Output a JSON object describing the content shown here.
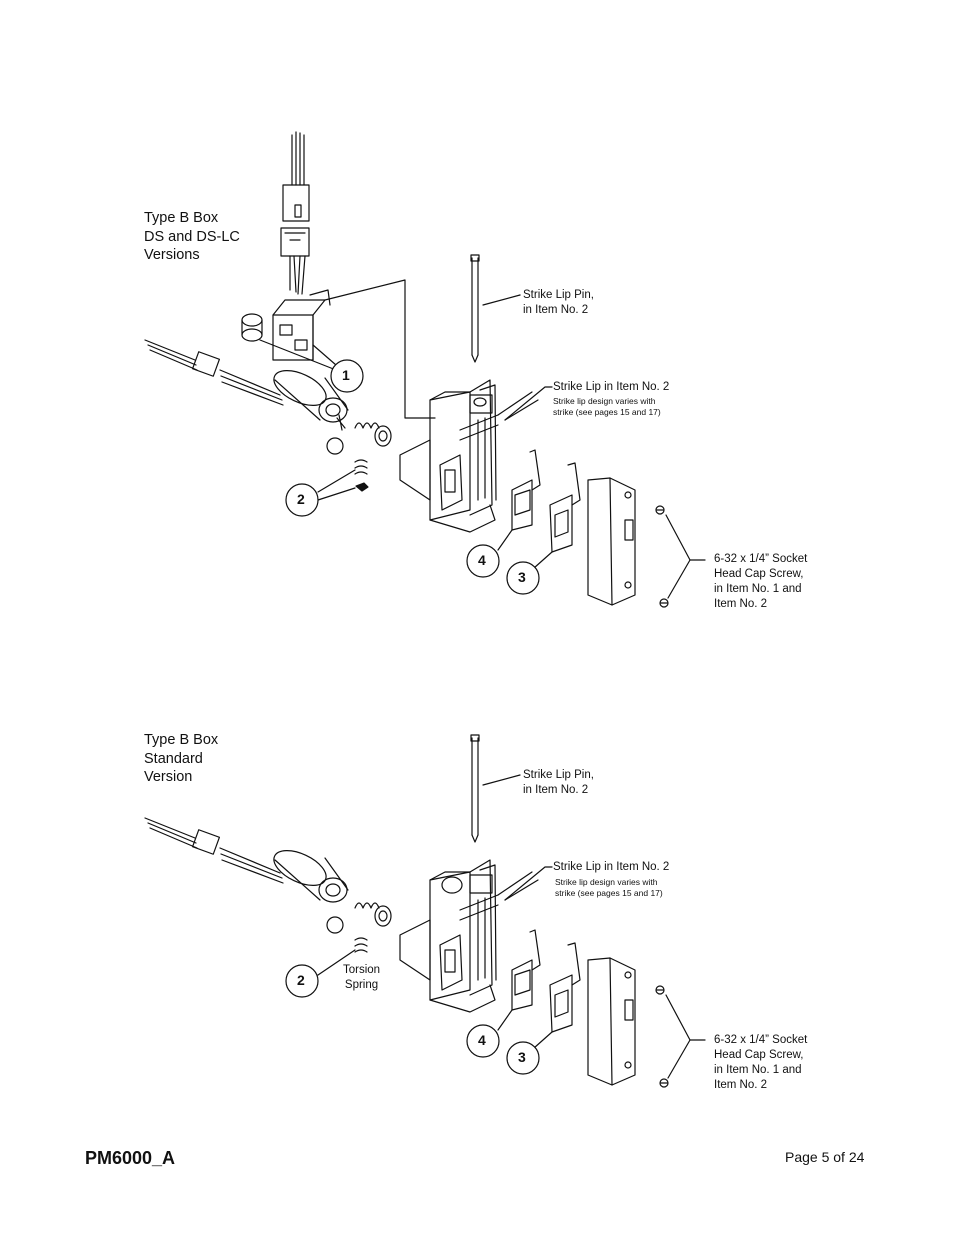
{
  "diagram_top": {
    "title_lines": [
      "Type B Box",
      "DS and DS-LC",
      "Versions"
    ],
    "label_pin": [
      "Strike Lip Pin,",
      "in Item No. 2"
    ],
    "label_lip": "Strike Lip in Item No. 2",
    "label_lip_note": [
      "Strike lip design varies with",
      "strike (see pages 15 and 17)"
    ],
    "label_screw": [
      "6-32 x 1/4” Socket",
      "Head Cap Screw,",
      "in Item No. 1 and",
      "Item No. 2"
    ],
    "balloons": [
      "1",
      "2",
      "4",
      "3"
    ]
  },
  "diagram_bottom": {
    "title_lines": [
      "Type B Box",
      "Standard",
      "Version"
    ],
    "label_pin": [
      "Strike Lip Pin,",
      "in Item No. 2"
    ],
    "label_lip": "Strike Lip in Item No. 2",
    "label_lip_note": [
      "Strike lip design varies with",
      "strike (see pages 15 and 17)"
    ],
    "label_spring": [
      "Torsion",
      "Spring"
    ],
    "label_screw": [
      "6-32 x 1/4” Socket",
      "Head Cap Screw,",
      "in Item No. 1 and",
      "Item No. 2"
    ],
    "balloons": [
      "2",
      "4",
      "3"
    ]
  },
  "footer": {
    "doc_id": "PM6000_A",
    "page": "Page 5 of 24"
  }
}
